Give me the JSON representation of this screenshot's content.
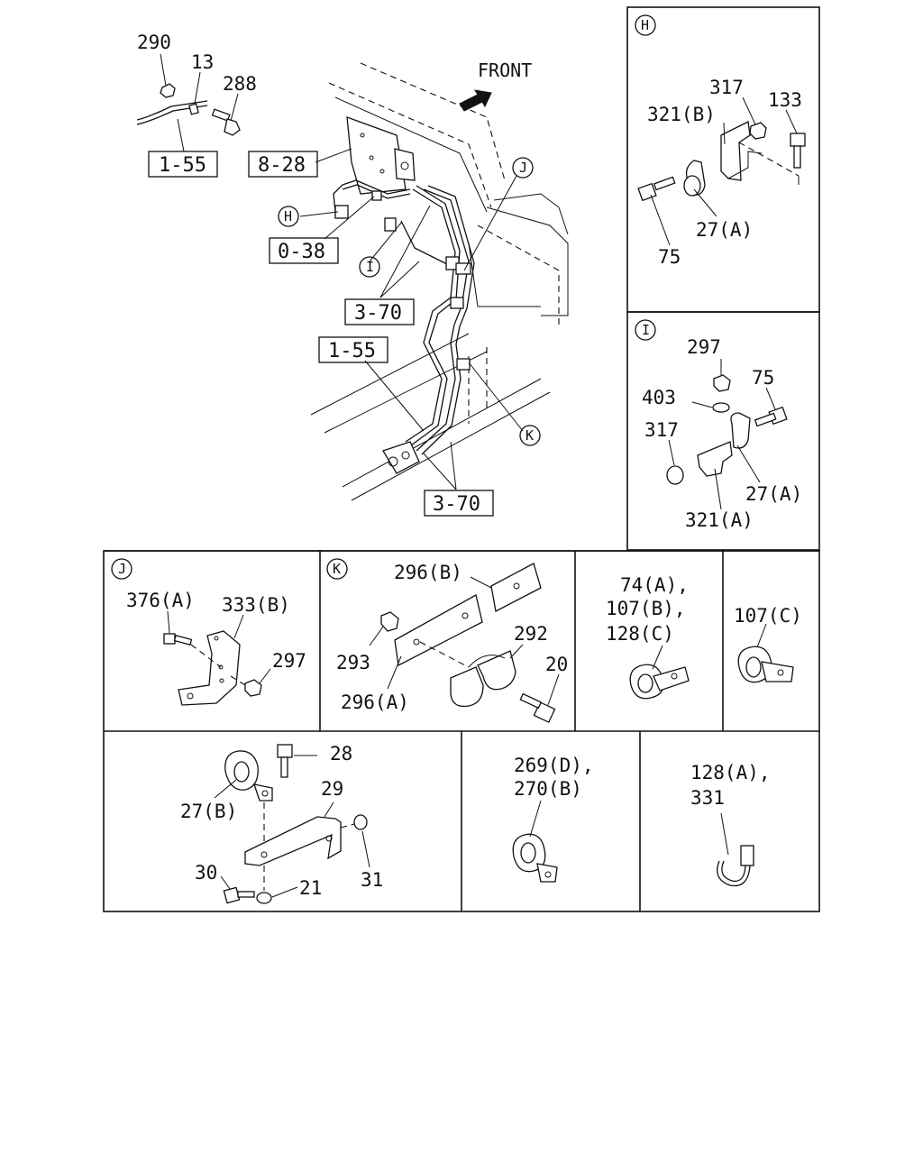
{
  "front_label": "FRONT",
  "main": {
    "labels": {
      "l290": "290",
      "l13": "13",
      "l288": "288",
      "ref_1_55_a": "1-55",
      "ref_8_28": "8-28",
      "ref_0_38": "0-38",
      "ref_3_70_a": "3-70",
      "ref_1_55_b": "1-55",
      "ref_3_70_b": "3-70",
      "callout_H": "H",
      "callout_I": "I",
      "callout_J": "J",
      "callout_K": "K"
    }
  },
  "panel_H": {
    "tag": "H",
    "l317": "317",
    "l133": "133",
    "l321B": "321(B)",
    "l27A": "27(A)",
    "l75": "75"
  },
  "panel_I": {
    "tag": "I",
    "l297": "297",
    "l75": "75",
    "l403": "403",
    "l317": "317",
    "l27A": "27(A)",
    "l321A": "321(A)"
  },
  "panel_J": {
    "tag": "J",
    "l376A": "376(A)",
    "l333B": "333(B)",
    "l297": "297"
  },
  "panel_K": {
    "tag": "K",
    "l296B": "296(B)",
    "l293": "293",
    "l292": "292",
    "l20": "20",
    "l296A": "296(A)"
  },
  "panel_74": {
    "line1": "74(A),",
    "line2": "107(B),",
    "line3": "128(C)"
  },
  "panel_107C": {
    "line1": "107(C)"
  },
  "panel_27B": {
    "l28": "28",
    "l27B": "27(B)",
    "l29": "29",
    "l30": "30",
    "l21": "21",
    "l31": "31"
  },
  "panel_269": {
    "line1": "269(D),",
    "line2": "270(B)"
  },
  "panel_128A": {
    "line1": "128(A),",
    "line2": "331"
  }
}
